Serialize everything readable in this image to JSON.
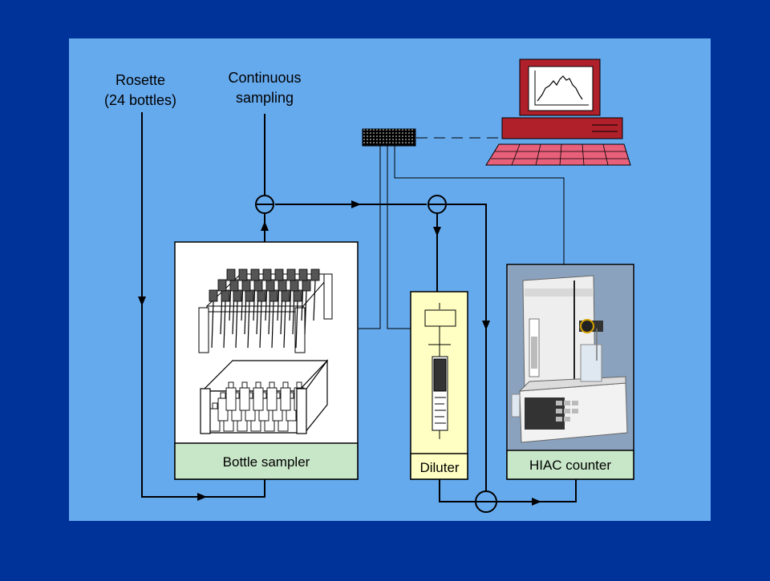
{
  "diagram": {
    "labels": {
      "rosette_line1": "Rosette",
      "rosette_line2": "(24 bottles)",
      "continuous_line1": "Continuous",
      "continuous_line2": "sampling",
      "bottle_sampler": "Bottle sampler",
      "diluter": "Diluter",
      "hiac_counter": "HIAC counter"
    },
    "colors": {
      "outer_background": "#003399",
      "panel_background": "#66aaee",
      "box_label_fill": "#c8e6c8",
      "diluter_fill": "#ffffc4",
      "computer_red": "#b0202a",
      "keyboard_pink": "#e8607a"
    }
  }
}
